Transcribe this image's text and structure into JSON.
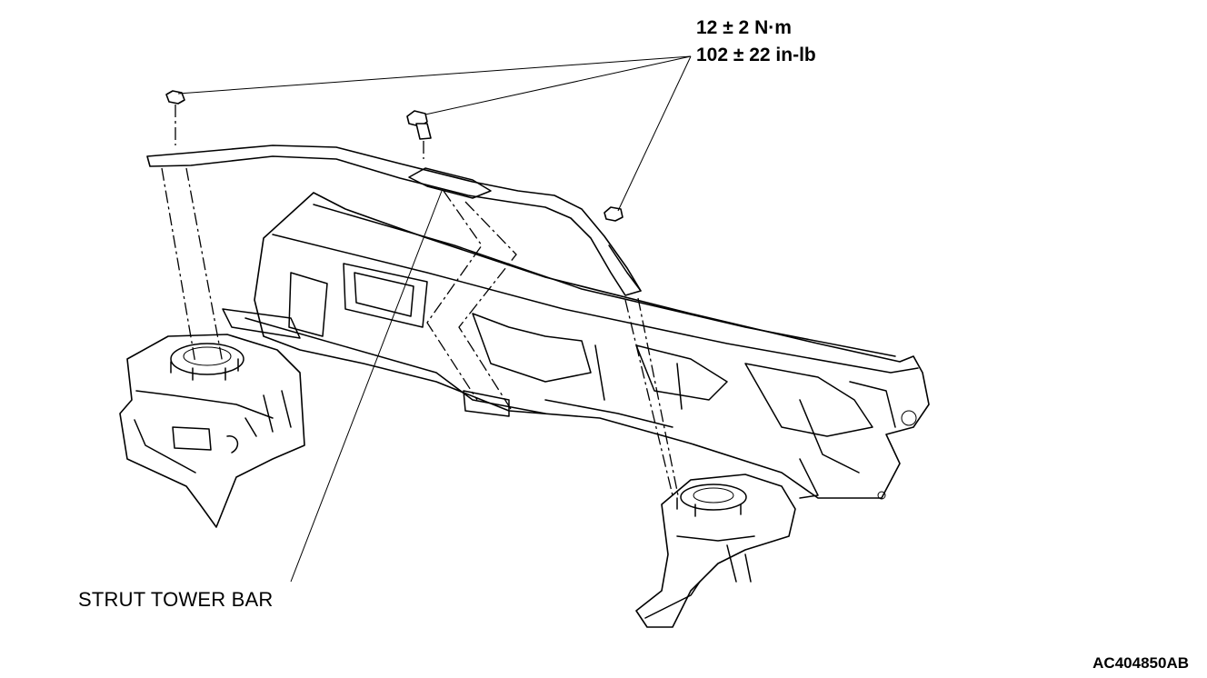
{
  "torque": {
    "metric": "12 ± 2 N·m",
    "imperial": "102 ± 22 in-lb"
  },
  "part_label": "STRUT TOWER BAR",
  "figure_id": "AC404850AB"
}
